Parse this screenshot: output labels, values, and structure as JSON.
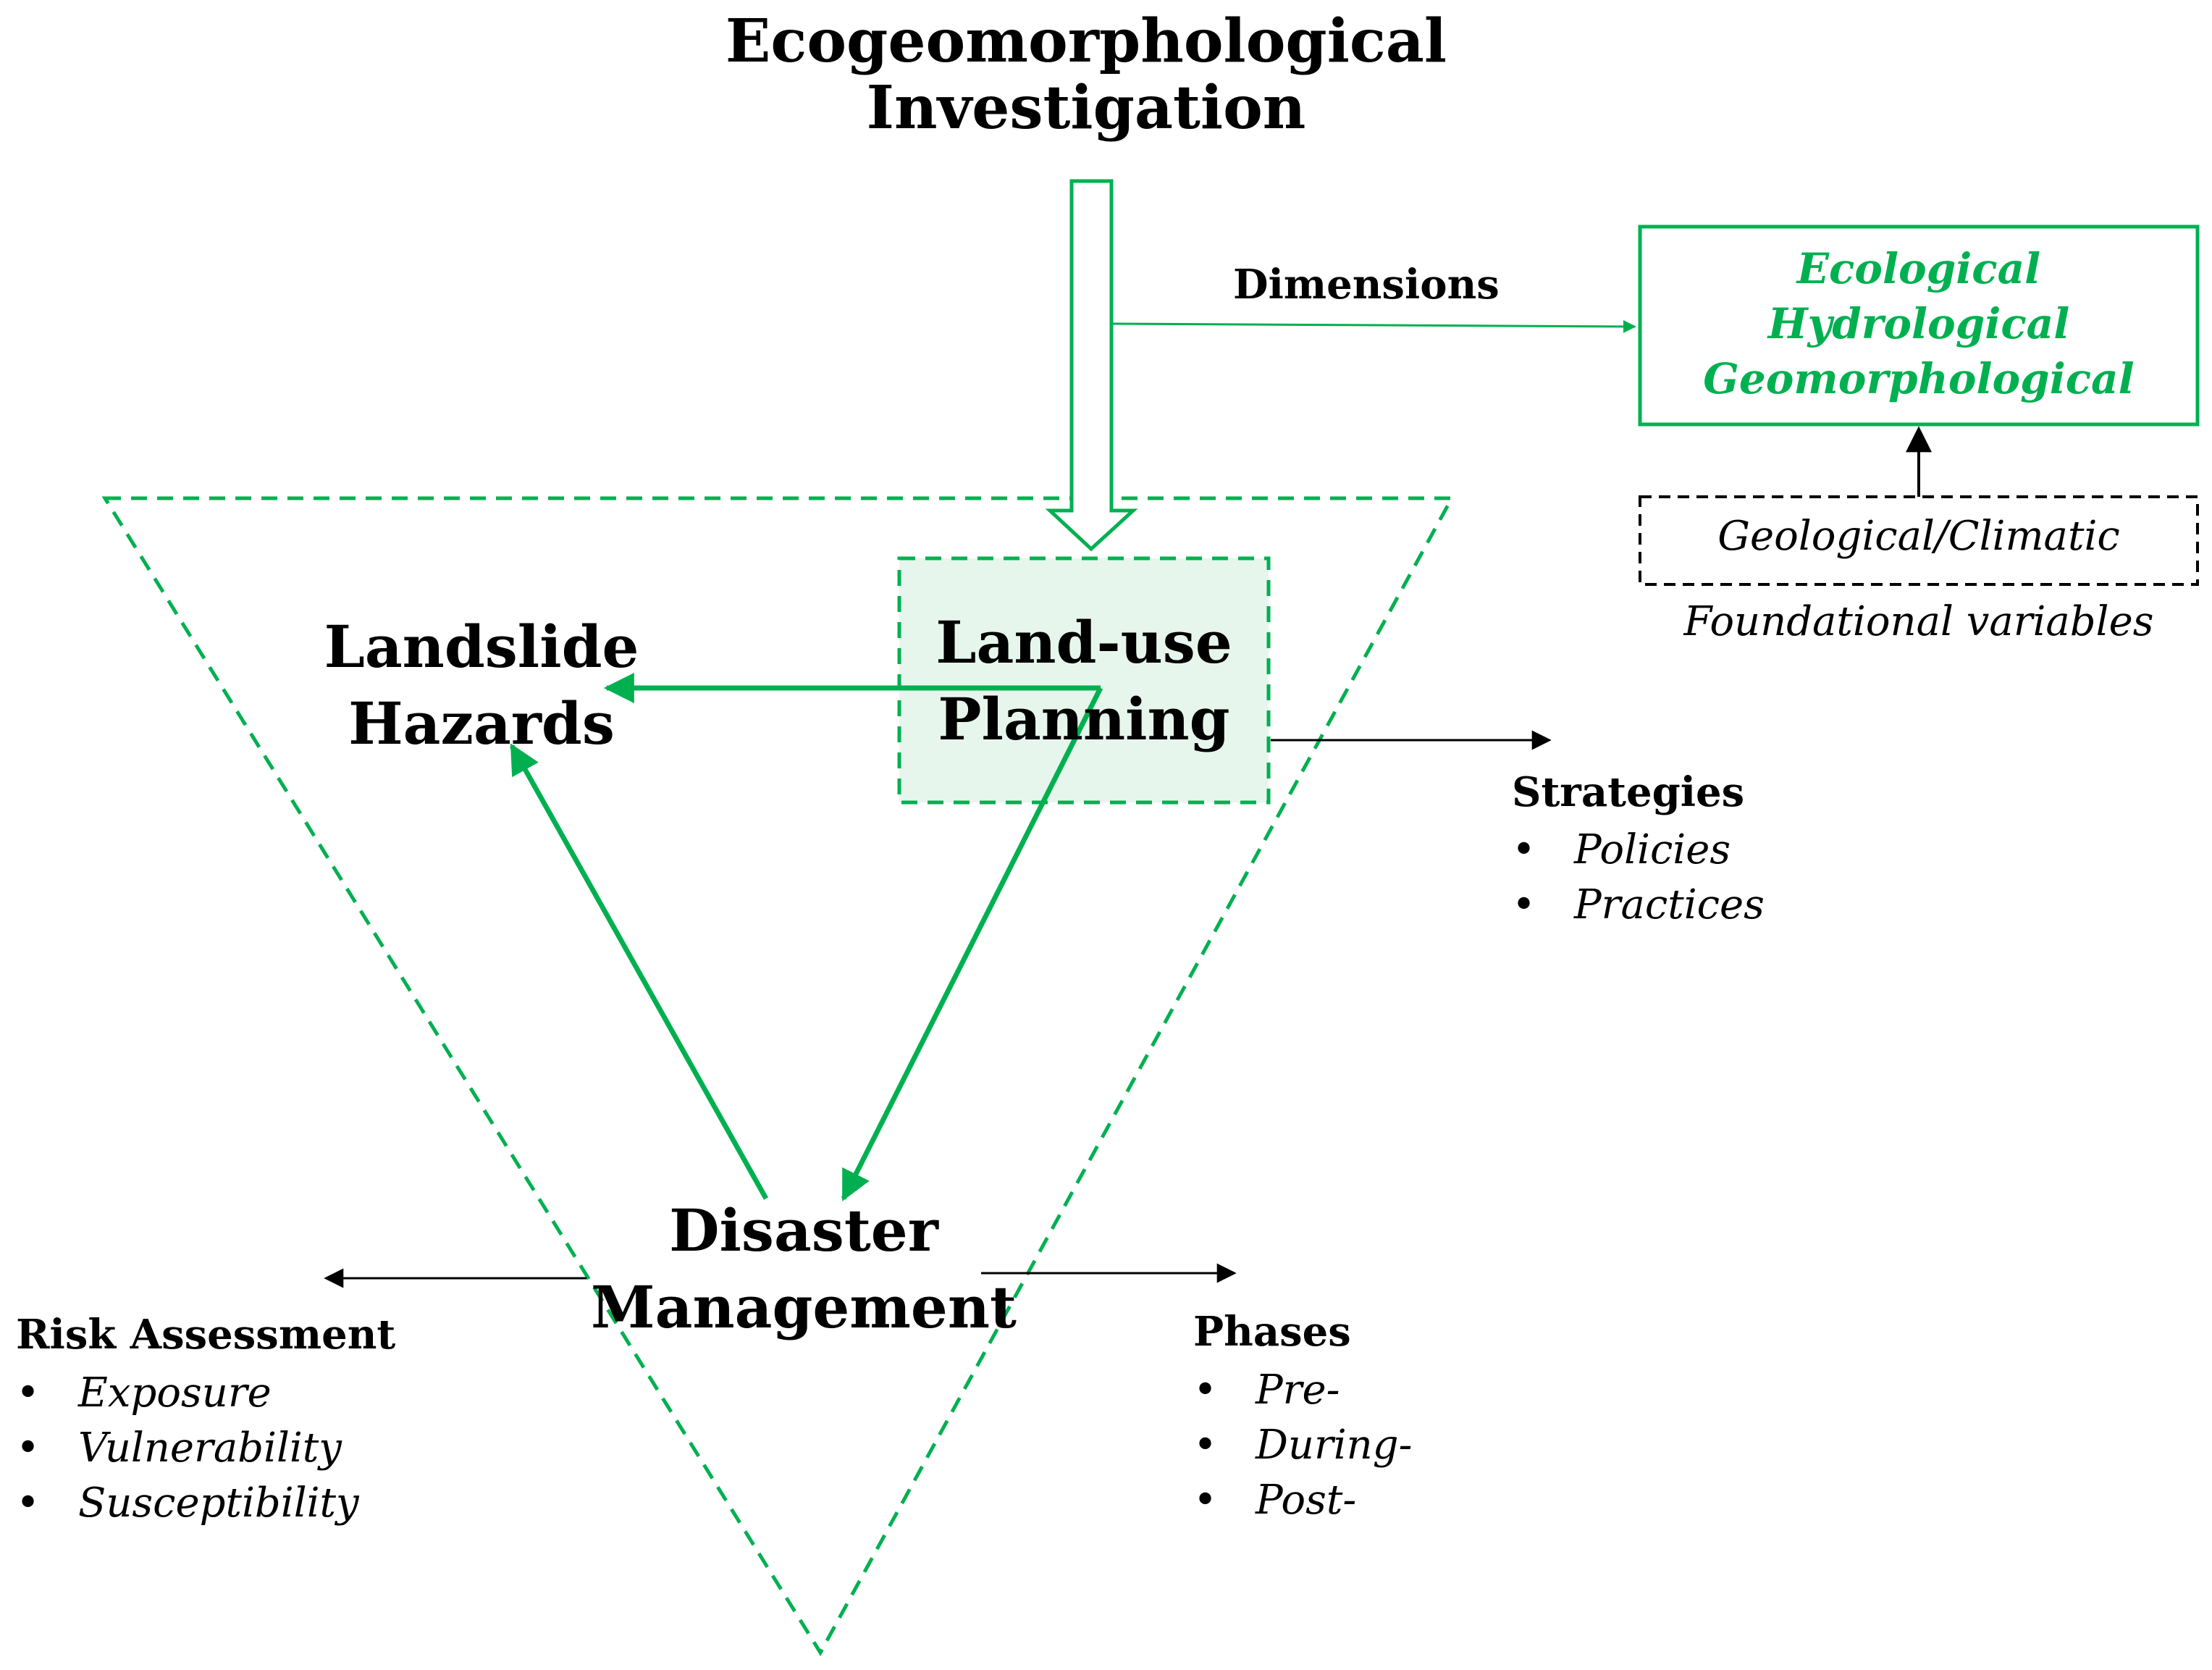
{
  "title_line1": "Ecogeomorphological",
  "title_line2": "Investigation",
  "dimensions_label": "Dimensions",
  "dimensions_box": [
    "Ecological",
    "Hydrological",
    "Geomorphological"
  ],
  "foundational_box": "Geological/Climatic",
  "foundational_caption": "Foundational variables",
  "landslide_line1": "Landslide",
  "landslide_line2": "Hazards",
  "landuse_line1": "Land-use",
  "landuse_line2": "Planning",
  "disaster_line1": "Disaster",
  "disaster_line2": "Management",
  "strategies": {
    "heading": "Strategies",
    "items": [
      "Policies",
      "Practices"
    ]
  },
  "risk": {
    "heading": "Risk Assessment",
    "items": [
      "Exposure",
      "Vulnerability",
      "Susceptibility"
    ]
  },
  "phases": {
    "heading": "Phases",
    "items": [
      "Pre-",
      "During-",
      "Post-"
    ]
  },
  "bullet_char": "•",
  "colors": {
    "accent_green": "#00b050",
    "light_green_fill": "#e6f6ec",
    "dark": "#000000"
  }
}
